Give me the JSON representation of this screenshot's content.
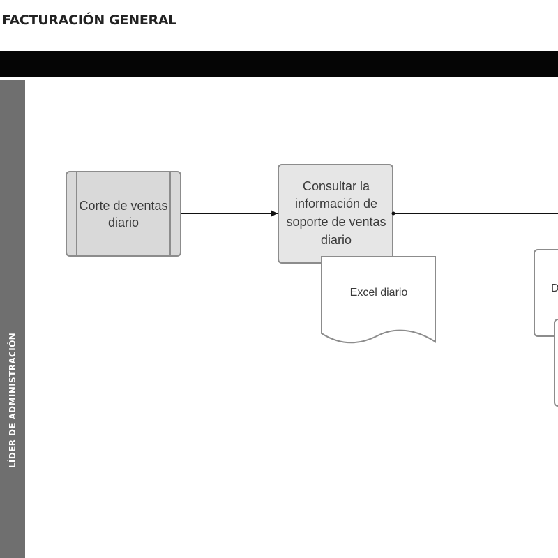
{
  "header": {
    "title": "FACTURACIÓN GENERAL"
  },
  "lane": {
    "label": "LÍDER DE ADMINISTRACIÓN"
  },
  "nodes": {
    "subprocess": {
      "label": "Corte de ventas diario",
      "fill": "#d9d9d9",
      "stroke": "#8c8c8c"
    },
    "process": {
      "label": "Consultar la información de soporte de ventas diario",
      "fill": "#e6e6e6",
      "stroke": "#8c8c8c"
    },
    "document": {
      "label": "Excel diario",
      "fill": "#ffffff",
      "stroke": "#8c8c8c"
    },
    "partial_process": {
      "label": "D"
    }
  },
  "colors": {
    "header_bar": "#050505",
    "lane_strip": "#6f6f6f",
    "connector": "#111111"
  }
}
